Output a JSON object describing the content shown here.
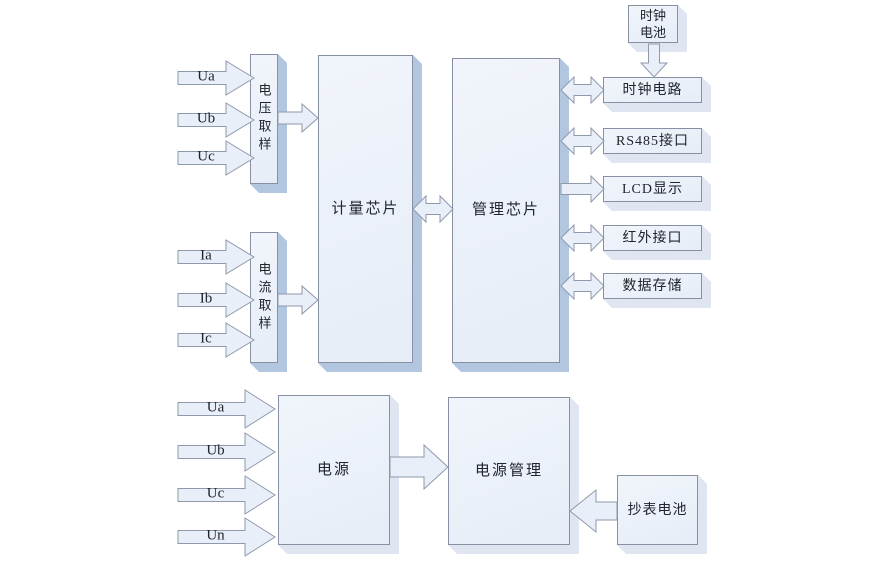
{
  "diagram": {
    "inputs": {
      "voltage": [
        "Ua",
        "Ub",
        "Uc"
      ],
      "current": [
        "Ia",
        "Ib",
        "Ic"
      ],
      "power": [
        "Ua",
        "Ub",
        "Uc",
        "Un"
      ]
    },
    "blocks": {
      "voltage_sampling": {
        "label": "电压取样"
      },
      "current_sampling": {
        "label": "电流取样"
      },
      "metering_chip": {
        "label": "计量芯片"
      },
      "management_chip": {
        "label": "管理芯片"
      },
      "clock_battery": {
        "label": "时钟\n电池"
      },
      "power": {
        "label": "电源"
      },
      "power_management": {
        "label": "电源管理"
      },
      "meter_reading_battery": {
        "label": "抄表电池"
      }
    },
    "peripherals": [
      {
        "label": "时钟电路",
        "connection": "bidirectional"
      },
      {
        "label": "RS485接口",
        "connection": "bidirectional"
      },
      {
        "label": "LCD显示",
        "connection": "output"
      },
      {
        "label": "红外接口",
        "connection": "bidirectional"
      },
      {
        "label": "数据存储",
        "connection": "bidirectional"
      }
    ],
    "colors": {
      "background": "#ffffff",
      "box_face": "#ebf0f9",
      "box_depth_dark": "#b2c6e0",
      "box_depth_light": "#dfe6f2",
      "box_border": "#8791a3",
      "arrow_fill": "#e9eff8",
      "arrow_stroke": "#8e99ab",
      "text": "#20242c"
    }
  }
}
